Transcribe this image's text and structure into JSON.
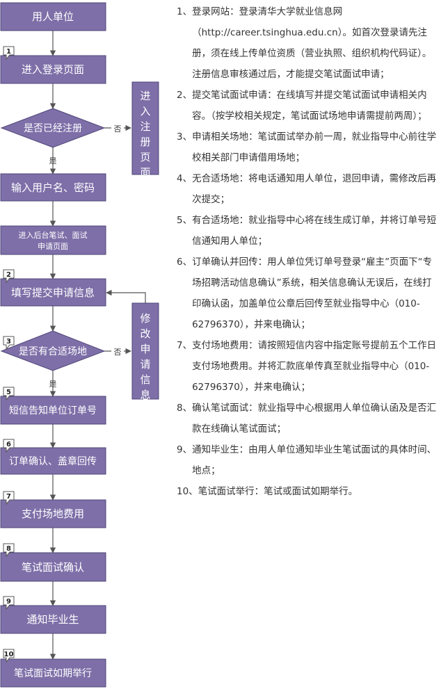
{
  "colors": {
    "node_fill": "#7e6fa8",
    "node_stroke": "#4f4578",
    "edge": "#555555",
    "text": "#333333"
  },
  "flow": {
    "nodes": {
      "start": "用人单位",
      "login": "进入登录页面",
      "registered_q": "是否已经注册",
      "register_page": "进入注册页面",
      "credentials": "输入用户名、密码",
      "backend_line1": "进入后台笔试、面试",
      "backend_line2": "申请页面",
      "fill_info": "填写提交申请信息",
      "venue_q": "是否有合适场地",
      "modify_info": "修改申请信息",
      "sms_order": "短信告知单位订单号",
      "order_confirm": "订单确认、盖章回传",
      "pay_fee": "支付场地费用",
      "exam_confirm": "笔试面试确认",
      "notify_grads": "通知毕业生",
      "exam_held": "笔试面试如期举行"
    },
    "edge_labels": {
      "yes": "是",
      "no": "否"
    },
    "badges": [
      "1",
      "2",
      "3",
      "5",
      "6",
      "7",
      "8",
      "9",
      "10"
    ]
  },
  "steps": [
    {
      "num": "1、",
      "text": "登录网站：登录清华大学就业信息网（http://career.tsinghua.edu.cn）。如首次登录请先注册，须在线上传单位资质（营业执照、组织机构代码证）。注册信息审核通过后，才能提交笔试面试申请；"
    },
    {
      "num": "2、",
      "text": "提交笔试面试申请：在线填写并提交笔试面试申请相关内容。（按学校相关规定，笔试面试场地申请需提前两周）；"
    },
    {
      "num": "3、",
      "text": "申请相关场地：笔试面试举办前一周，就业指导中心前往学校相关部门申请借用场地；"
    },
    {
      "num": "4、",
      "text": "无合适场地：将电话通知用人单位，退回申请，需修改后再次提交；"
    },
    {
      "num": "5、",
      "text": "有合适场地：就业指导中心将在线生成订单，并将订单号短信通知用人单位；"
    },
    {
      "num": "6、",
      "text": "订单确认并回传：用人单位凭订单号登录“雇主”页面下“专场招聘活动信息确认”系统，相关信息确认无误后，在线打印确认函，加盖单位公章后回传至就业指导中心（010-62796370），并来电确认；"
    },
    {
      "num": "7、",
      "text": "支付场地费用：请按照短信内容中指定账号提前五个工作日支付场地费用。并将汇款底单传真至就业指导中心（010-62796370），并来电确认；"
    },
    {
      "num": "8、",
      "text": "确认笔试面试：就业指导中心根据用人单位确认函及是否汇款在线确认笔试面试；"
    },
    {
      "num": "9、",
      "text": "通知毕业生：由用人单位通知毕业生笔试面试的具体时间、地点；"
    },
    {
      "num": "10、",
      "text": "笔试面试举行：笔试或面试如期举行。"
    }
  ]
}
